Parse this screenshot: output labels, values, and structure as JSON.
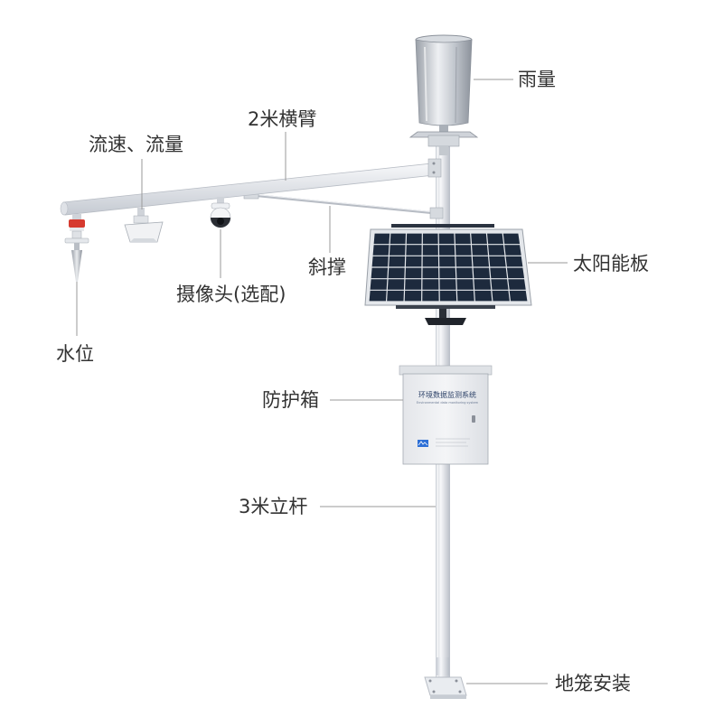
{
  "labels": {
    "rain_gauge": "雨量",
    "crossarm": "2米横臂",
    "flow": "流速、流量",
    "water_level": "水位",
    "camera": "摄像头(选配)",
    "brace": "斜撑",
    "solar_panel": "太阳能板",
    "enclosure": "防护箱",
    "pole": "3米立杆",
    "cage": "地笼安装"
  },
  "enclosure_panel": {
    "title": "环境数据监测系统",
    "subtitle": "Environmental data monitoring system"
  },
  "colors": {
    "label_text": "#333333",
    "leader_line": "#999999",
    "pole": "#e6e9ee",
    "solar_cell": "#1d2a3d",
    "sensor_red": "#d63a2f",
    "brand_blue": "#2d6fd6"
  }
}
